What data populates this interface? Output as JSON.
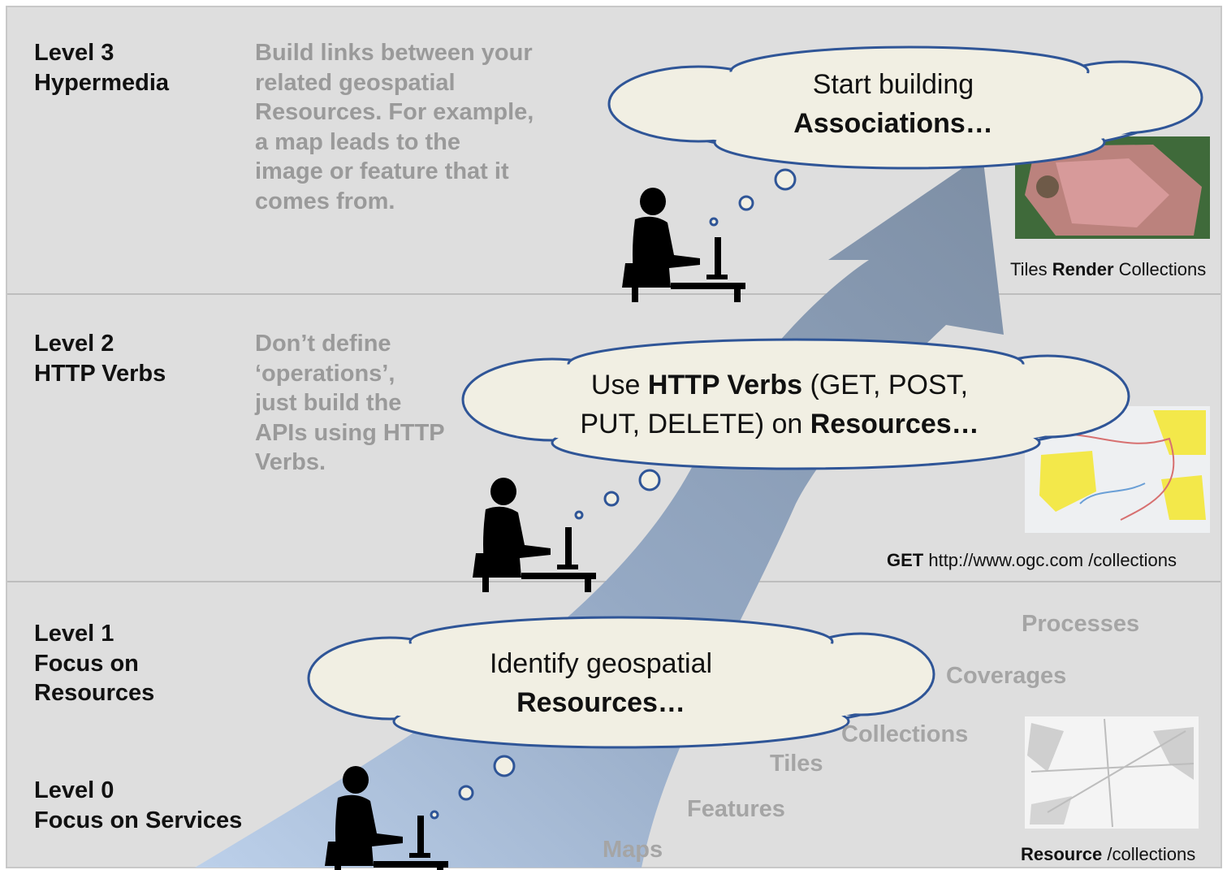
{
  "levels": [
    {
      "title": "Level 3",
      "subtitle": "Hypermedia",
      "description": [
        "Build links between your",
        "related geospatial",
        "Resources. For example,",
        "a map leads to the",
        "image or feature that it",
        "comes from."
      ]
    },
    {
      "title": "Level 2",
      "subtitle": "HTTP Verbs",
      "description": [
        "Don’t define",
        "‘operations’,",
        "just build the",
        "APIs using HTTP",
        "Verbs."
      ]
    },
    {
      "title": "Level 1",
      "subtitle": [
        "Focus on",
        "Resources"
      ]
    },
    {
      "title": "Level 0",
      "subtitle": "Focus on Services"
    }
  ],
  "clouds": {
    "level3": {
      "line1": "Start building",
      "line2_bold": "Associations…"
    },
    "level2": {
      "line1_a": "Use ",
      "line1_bold": "HTTP Verbs",
      "line1_b": " (GET, POST,",
      "line2_a": "PUT, DELETE) on ",
      "line2_bold": "Resources…"
    },
    "level1": {
      "line1": "Identify geospatial",
      "line2_bold": "Resources…"
    }
  },
  "resources": [
    "Processes",
    "Coverages",
    "Collections",
    "Tiles",
    "Features",
    "Maps"
  ],
  "captions": {
    "level3": {
      "a": "Tiles ",
      "bold": "Render",
      "b": " Collections"
    },
    "level2": {
      "bold": "GET",
      "b": " http://www.ogc.com /collections"
    },
    "level1": {
      "bold": "Resource",
      "b": " /collections"
    }
  },
  "colors": {
    "band": "#dedede",
    "band_divider": "#bdbdbd",
    "arrow_light": "#b8cde6",
    "arrow_dark": "#7e90a6",
    "cloud_fill": "#f1efe3",
    "cloud_stroke": "#2f5597"
  },
  "icons": [
    "person-at-computer-icon",
    "thought-bubble-icon",
    "map-thumbnail-icon"
  ]
}
